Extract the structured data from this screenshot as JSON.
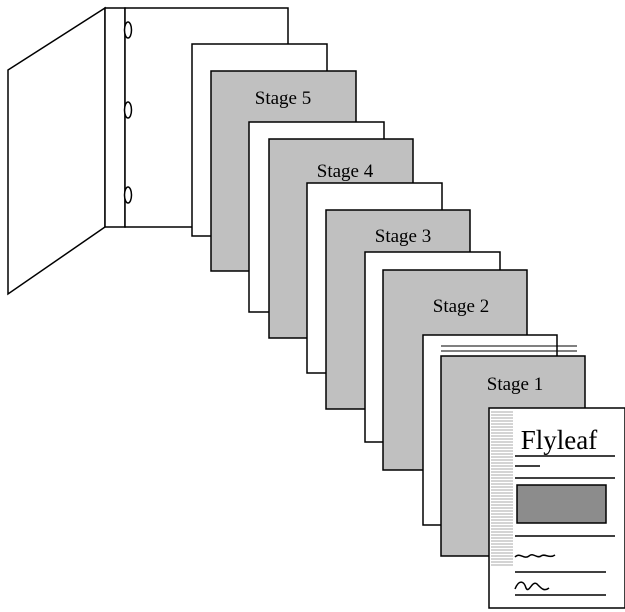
{
  "colors": {
    "stroke": "#000000",
    "page_fill": "#ffffff",
    "divider_fill": "#c0c0c0",
    "flyleaf_box_fill": "#8c8c8c"
  },
  "dividers": [
    {
      "label": "Stage 5"
    },
    {
      "label": "Stage 4"
    },
    {
      "label": "Stage 3"
    },
    {
      "label": "Stage 2"
    },
    {
      "label": "Stage 1"
    }
  ],
  "flyleaf": {
    "title": "Flyleaf"
  }
}
